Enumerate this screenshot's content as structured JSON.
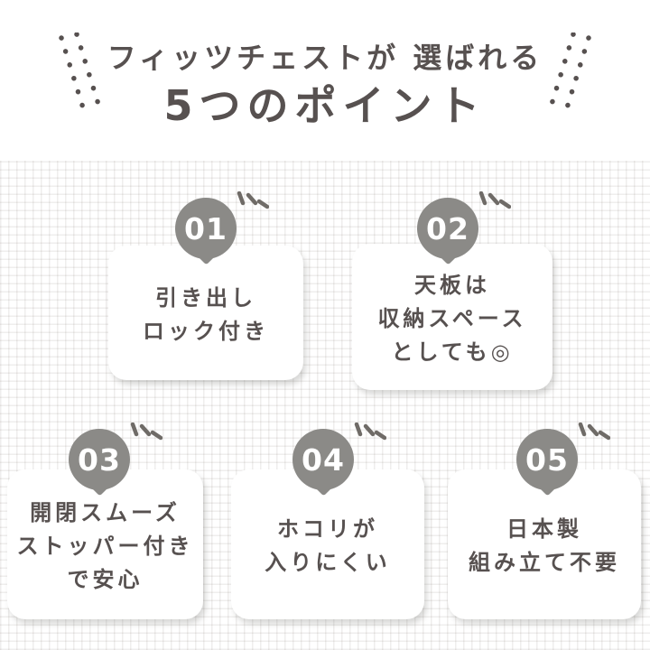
{
  "title": {
    "line1": "フィッツチェストが 選ばれる",
    "line2": "5つのポイント"
  },
  "points": [
    {
      "number": "01",
      "lines": [
        "引き出し",
        "ロック付き"
      ]
    },
    {
      "number": "02",
      "lines": [
        "天板は",
        "収納スペース",
        "としても◎"
      ]
    },
    {
      "number": "03",
      "lines": [
        "開閉スムーズ",
        "ストッパー付き",
        "で安心"
      ]
    },
    {
      "number": "04",
      "lines": [
        "ホコリが",
        "入りにくい"
      ]
    },
    {
      "number": "05",
      "lines": [
        "日本製",
        "組み立て不要"
      ]
    }
  ],
  "icons": {
    "title_decoration": "double-dotted-diagonal-lines",
    "badge_accent": "triple-dash-sparkle",
    "badge_shape": "speech-balloon"
  },
  "colors": {
    "accent": "#8b8a87",
    "ink": "#575150",
    "sparkle": "#6f6b67",
    "grid": "#efeeed",
    "card": "#ffffff"
  }
}
